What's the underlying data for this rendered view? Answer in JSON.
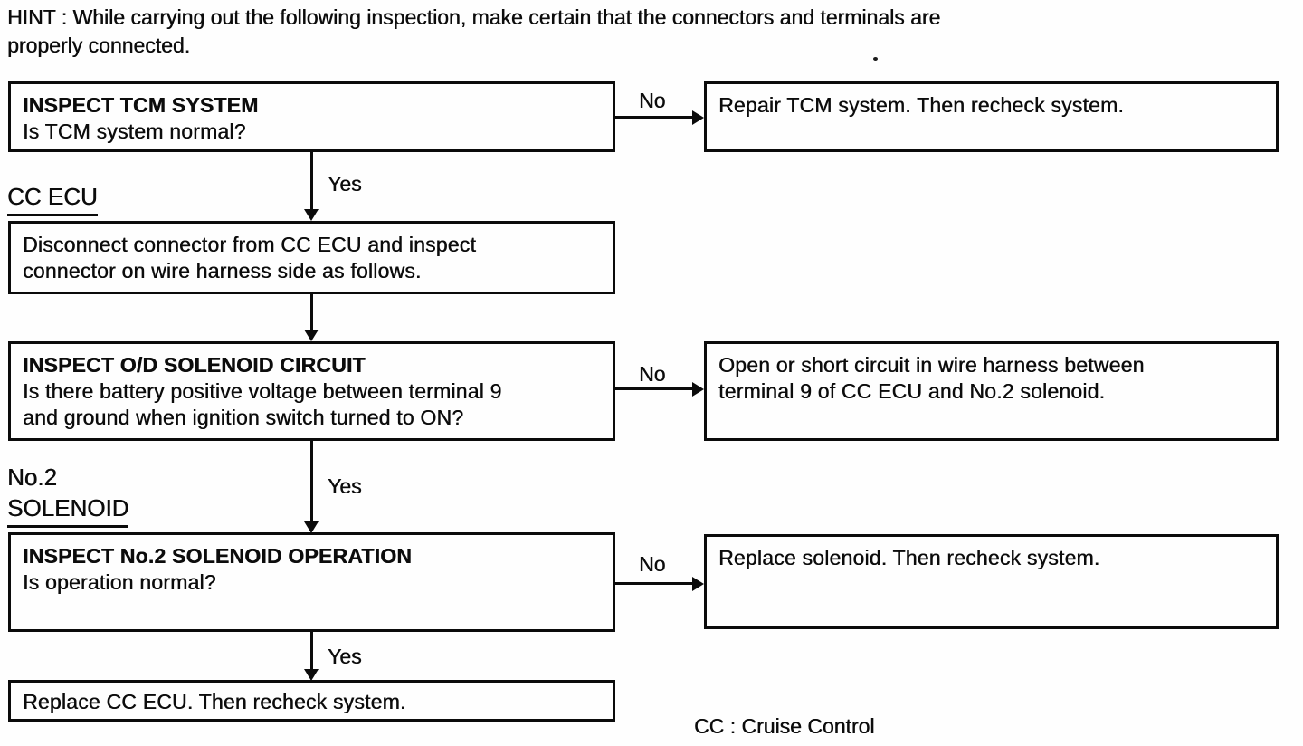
{
  "hint": {
    "line1": "HINT : While carrying out the following inspection, make certain that the connectors and terminals are",
    "line2": "properly connected."
  },
  "branch_labels": {
    "yes": "Yes",
    "no": "No"
  },
  "component_labels": {
    "cc_ecu": "CC ECU",
    "no2_solenoid_line1": "No.2",
    "no2_solenoid_line2": "SOLENOID"
  },
  "steps": [
    {
      "title": "INSPECT TCM SYSTEM",
      "lines": [
        "Is TCM system normal?"
      ]
    },
    {
      "title": "",
      "lines": [
        "Disconnect connector from CC ECU and inspect",
        "connector on wire harness side as follows."
      ]
    },
    {
      "title": "INSPECT O/D SOLENOID CIRCUIT",
      "lines": [
        "Is there battery positive voltage between terminal 9",
        "and ground when ignition switch turned to ON?"
      ]
    },
    {
      "title": "INSPECT No.2 SOLENOID OPERATION",
      "lines": [
        "Is operation normal?"
      ]
    },
    {
      "title": "",
      "lines": [
        "Replace CC ECU. Then recheck system."
      ]
    }
  ],
  "results": [
    {
      "lines": [
        "Repair TCM system. Then recheck system."
      ]
    },
    {
      "lines": [
        "Open or short circuit in wire harness between",
        "terminal 9 of CC ECU and No.2 solenoid."
      ]
    },
    {
      "lines": [
        "Replace solenoid. Then recheck system."
      ]
    }
  ],
  "footnote": "CC : Cruise Control"
}
